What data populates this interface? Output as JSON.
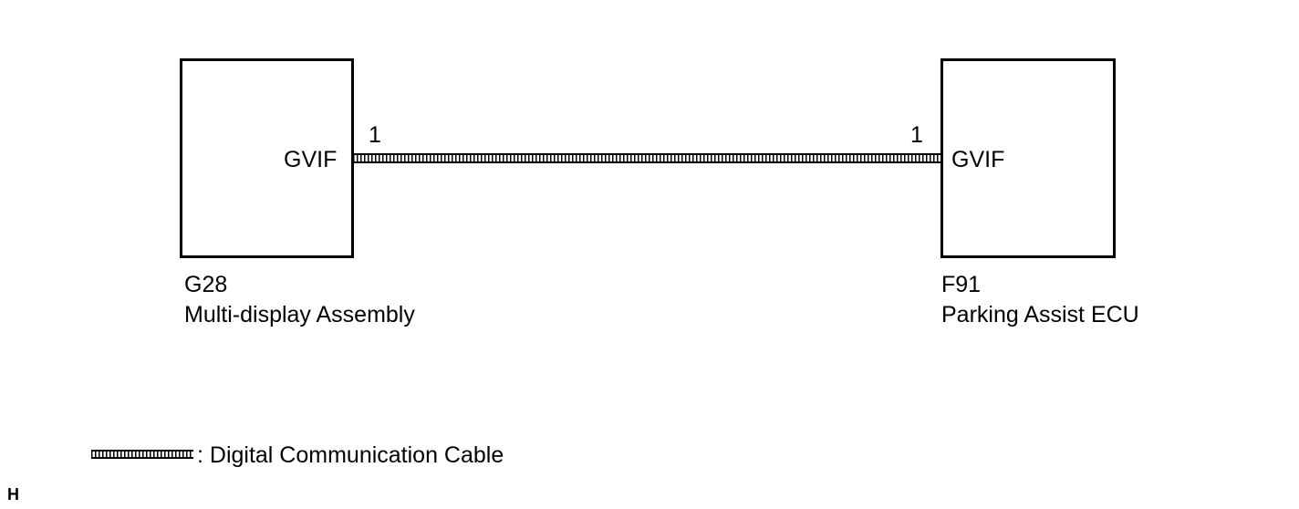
{
  "left_component": {
    "code": "G28",
    "name": "Multi-display Assembly",
    "terminal_label": "GVIF",
    "pin": "1"
  },
  "right_component": {
    "code": "F91",
    "name": "Parking Assist ECU",
    "terminal_label": "GVIF",
    "pin": "1"
  },
  "legend": {
    "text": ": Digital Communication Cable"
  },
  "corner_mark": "H"
}
